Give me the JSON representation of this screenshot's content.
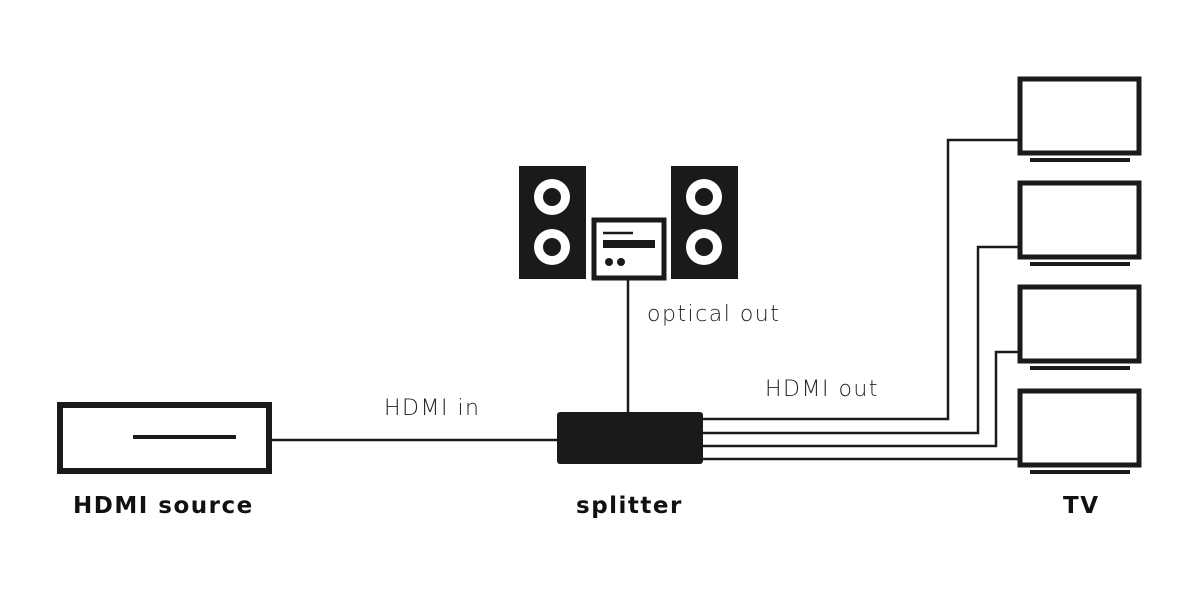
{
  "diagram": {
    "source_label": "HDMI source",
    "splitter_label": "splitter",
    "tv_label": "TV",
    "hdmi_in_label": "HDMI in",
    "hdmi_out_label": "HDMI out",
    "optical_out_label": "optical out"
  },
  "colors": {
    "line": "#1a1a1a",
    "background": "#ffffff"
  },
  "icons": [
    "hdmi-source-icon",
    "splitter-icon",
    "stereo-system-icon",
    "speaker-icon",
    "amplifier-icon",
    "tv-icon"
  ]
}
